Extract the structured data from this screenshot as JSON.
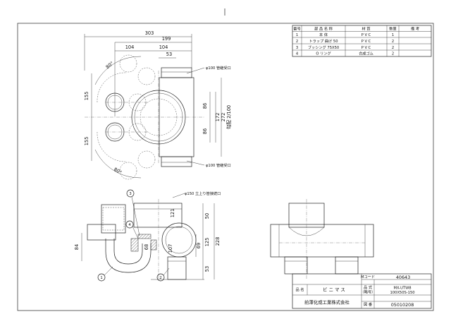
{
  "parts_table": {
    "headers": {
      "no": "番号",
      "name": "部 品 名 称",
      "material": "材 質",
      "qty": "数量",
      "note": "備 考"
    },
    "rows": [
      {
        "no": "1",
        "name": "本 体",
        "material": "P V C",
        "qty": "1",
        "note": ""
      },
      {
        "no": "2",
        "name": "トラップ 曲げ 50",
        "material": "P V C",
        "qty": "2",
        "note": ""
      },
      {
        "no": "3",
        "name": "ブッシング 75X50",
        "material": "P V C",
        "qty": "2",
        "note": ""
      },
      {
        "no": "4",
        "name": "O リング",
        "material": "合成ゴム",
        "qty": "2",
        "note": ""
      }
    ]
  },
  "plan_view": {
    "dims": {
      "d303": "303",
      "d199": "199",
      "d104a": "104",
      "d104b": "104",
      "d53": "53",
      "d155a": "155",
      "d155b": "155",
      "d86a": "86",
      "d86b": "86",
      "d172": "172",
      "d272": "272",
      "slope": "勾配 2/100",
      "ang_top": "80°",
      "ang_bot": "80°"
    },
    "notes": {
      "top_inlet": "φ100 管継受口",
      "bottom_inlet": "φ100 管継受口"
    }
  },
  "section_view": {
    "dims": {
      "d121": "121",
      "d50": "50",
      "d125": "125",
      "d228": "228",
      "d69": "69",
      "d53": "53",
      "d84": "84",
      "d107": "107",
      "d68": "68"
    },
    "notes": {
      "riser": "φ150 立上り管接続口"
    },
    "callouts": [
      "1",
      "2",
      "3",
      "4"
    ]
  },
  "title_block": {
    "mcode_label": "Mコード",
    "mcode_value": "40643",
    "name_label": "品 名",
    "name_value": "ビ ニ マ ス",
    "model_label_1": "品 式",
    "model_label_2": "（略号）",
    "model_value_1": "MX-UTW8",
    "model_value_2": "100X50S-150",
    "company": "前澤化成工業株式会社",
    "drawing_no_label": "図 番",
    "drawing_no_value": "05010208"
  }
}
